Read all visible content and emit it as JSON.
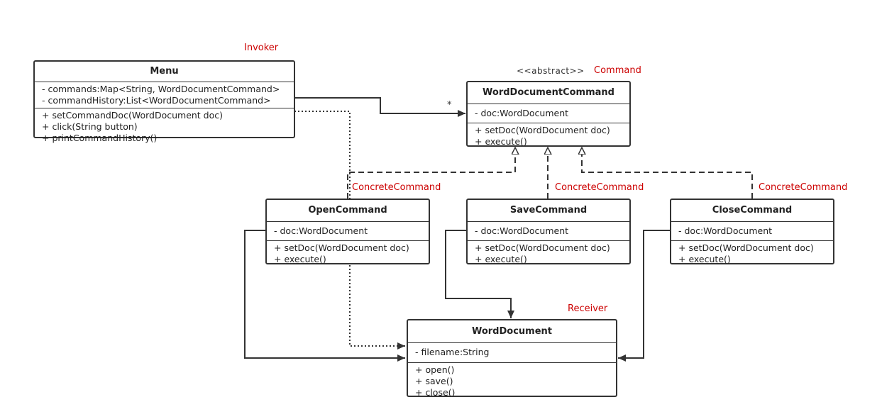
{
  "roles": {
    "invoker": "Invoker",
    "command": "Command",
    "concrete_open": "ConcreteCommand",
    "concrete_save": "ConcreteCommand",
    "concrete_close": "ConcreteCommand",
    "receiver": "Receiver"
  },
  "stereotype": "<<abstract>>",
  "multiplicity": "*",
  "classes": {
    "menu": {
      "name": "Menu",
      "attributes": [
        "- commands:Map<String, WordDocumentCommand>",
        "- commandHistory:List<WordDocumentCommand>"
      ],
      "methods": [
        "+ setCommandDoc(WordDocument doc)",
        "+ click(String button)",
        "+ printCommandHistory()"
      ]
    },
    "word_document_command": {
      "name": "WordDocumentCommand",
      "attributes": [
        "- doc:WordDocument"
      ],
      "methods": [
        "+ setDoc(WordDocument doc)",
        "+ execute()"
      ]
    },
    "open_command": {
      "name": "OpenCommand",
      "attributes": [
        "- doc:WordDocument"
      ],
      "methods": [
        "+ setDoc(WordDocument doc)",
        "+ execute()"
      ]
    },
    "save_command": {
      "name": "SaveCommand",
      "attributes": [
        "- doc:WordDocument"
      ],
      "methods": [
        "+ setDoc(WordDocument doc)",
        "+ execute()"
      ]
    },
    "close_command": {
      "name": "CloseCommand",
      "attributes": [
        "- doc:WordDocument"
      ],
      "methods": [
        "+ setDoc(WordDocument doc)",
        "+ execute()"
      ]
    },
    "word_document": {
      "name": "WordDocument",
      "attributes": [
        "- filename:String"
      ],
      "methods": [
        "+ open()",
        "+ save()",
        "+ close()"
      ]
    }
  }
}
